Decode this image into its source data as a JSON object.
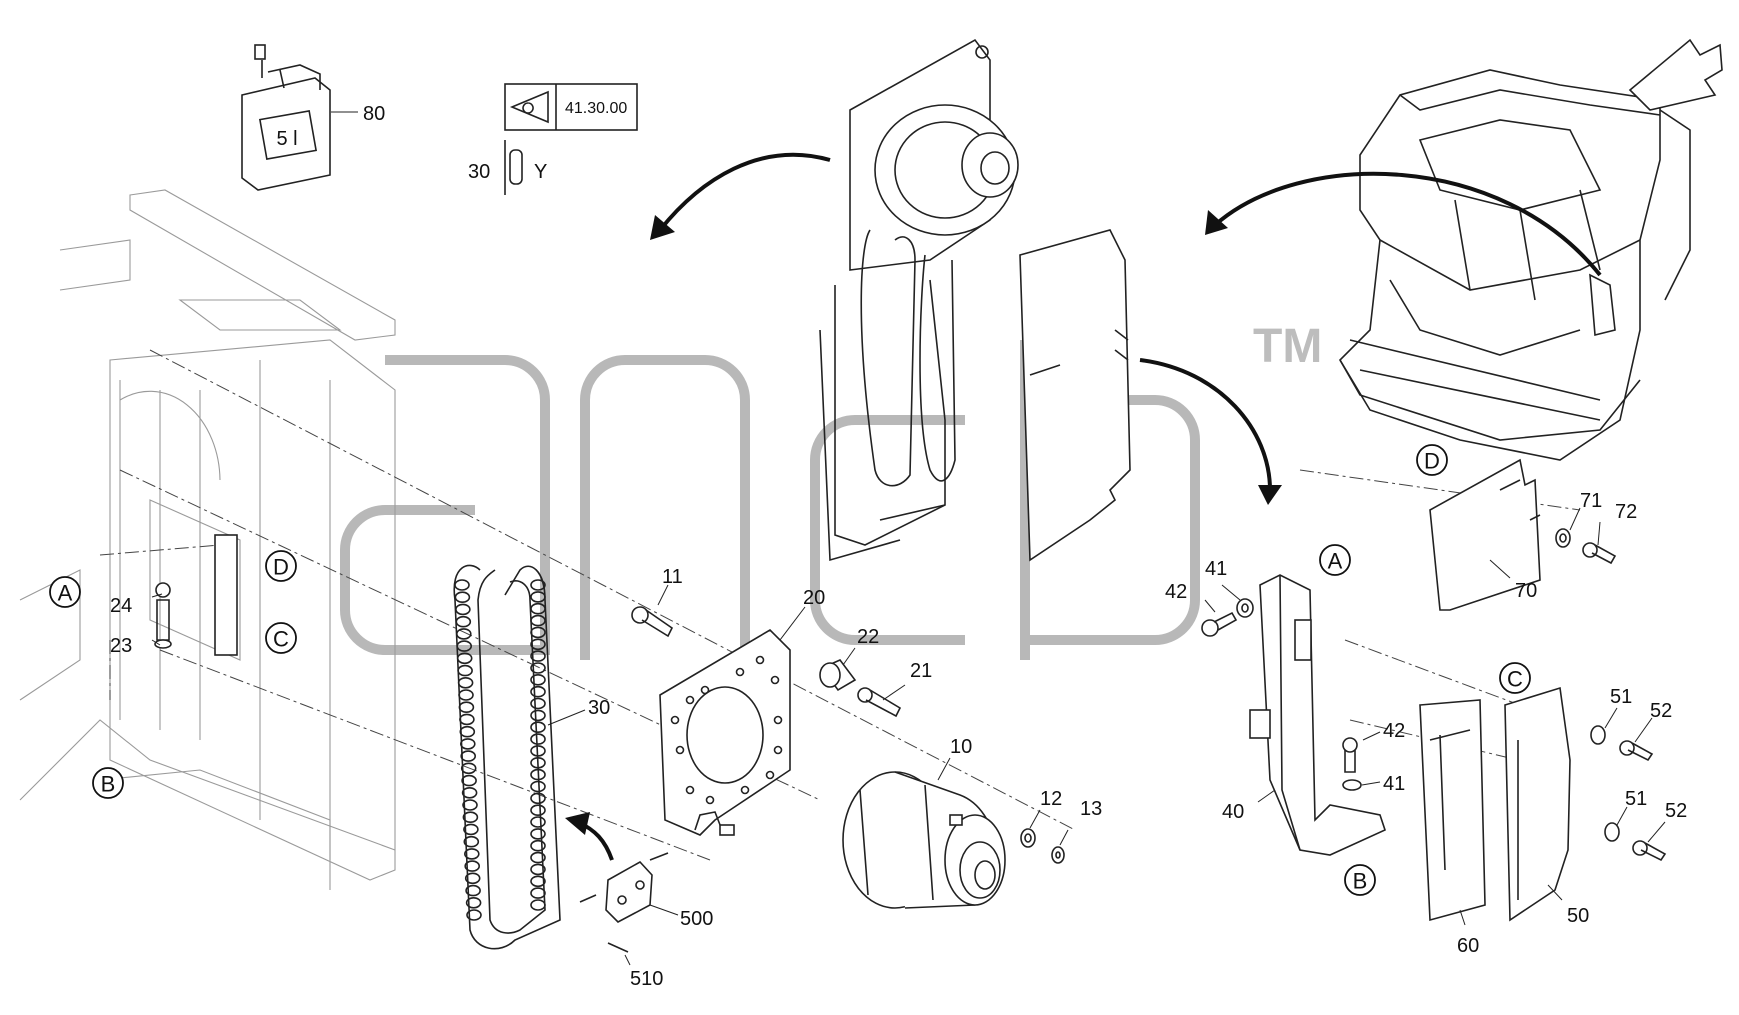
{
  "watermark": {
    "trademark": "TM"
  },
  "reference_box": {
    "code": "41.30.00"
  },
  "canister": {
    "label": "5 l"
  },
  "note": {
    "item": "30",
    "suffix": "Y"
  },
  "callouts": {
    "c80": "80",
    "c11": "11",
    "c20": "20",
    "c22": "22",
    "c21": "21",
    "c30": "30",
    "c10": "10",
    "c12": "12",
    "c13": "13",
    "c500": "500",
    "c510": "510",
    "c24": "24",
    "c23": "23",
    "c42a": "42",
    "c41a": "41",
    "c40": "40",
    "c42b": "42",
    "c41b": "41",
    "c71": "71",
    "c72": "72",
    "c70": "70",
    "c51a": "51",
    "c52a": "52",
    "c51b": "51",
    "c52b": "52",
    "c60": "60",
    "c50": "50"
  },
  "markers": {
    "a_left": "A",
    "b_left": "B",
    "c_left": "C",
    "d_left": "D",
    "a_right": "A",
    "b_right": "B",
    "c_right": "C",
    "d_right": "D"
  }
}
